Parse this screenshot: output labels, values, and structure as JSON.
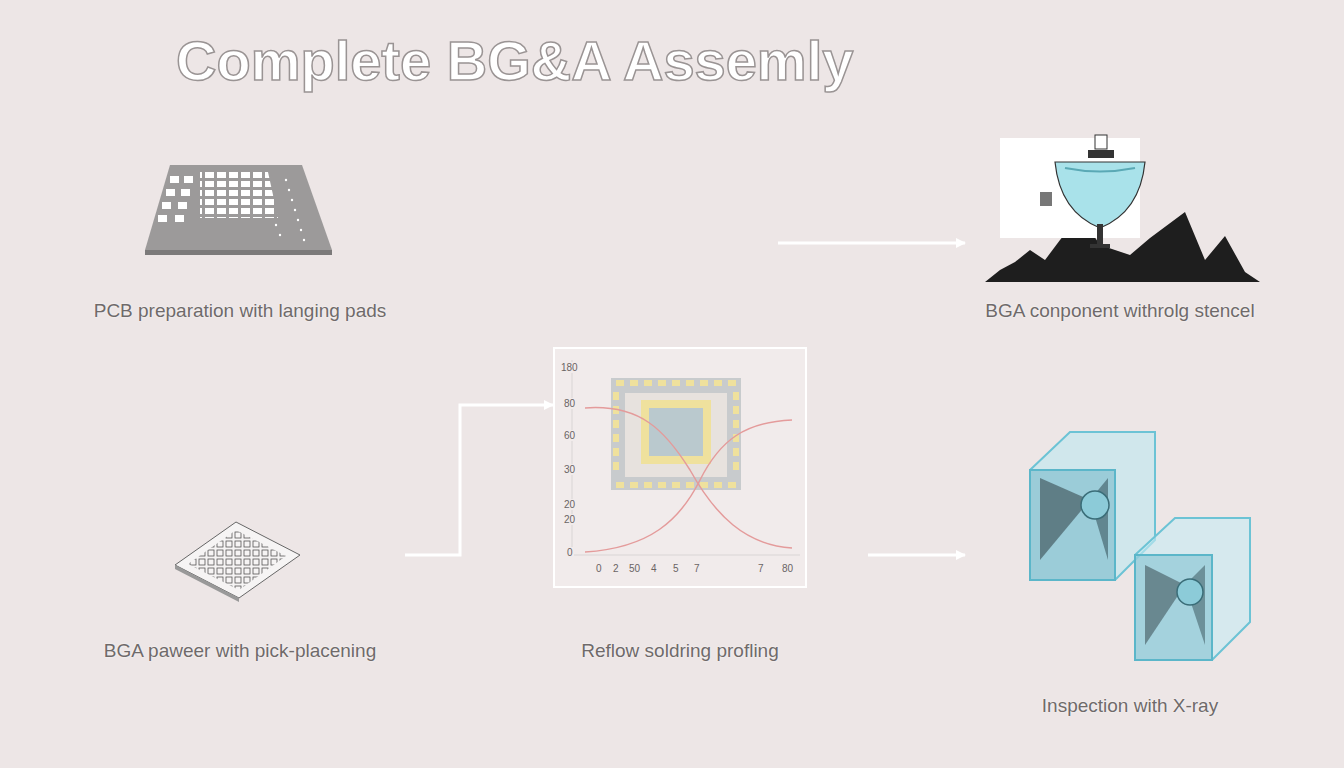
{
  "diagram": {
    "title": "Complete BG&A Assemly",
    "nodes": [
      {
        "text": [
          "PCB preparation with langing pads"
        ]
      },
      {
        "text": [
          "BGA conponent withrolg stencel"
        ]
      },
      {
        "text": [
          "BGA paweer with pick-placening"
        ]
      },
      {
        "text": [
          "Reflow soldring profling"
        ]
      },
      {
        "text": [
          "Inspection with X-ray"
        ]
      }
    ],
    "edges": [
      {
        "from": 0,
        "to": 1,
        "arrow": "to"
      },
      {
        "from": 2,
        "to": 3,
        "arrow": "to"
      },
      {
        "from": 3,
        "to": 4,
        "arrow": "to"
      }
    ],
    "labels": [
      "180",
      "80",
      "60",
      "30",
      "20",
      "20",
      "0",
      "0",
      "2",
      "50",
      "4",
      "5",
      "7",
      "7",
      "80"
    ]
  }
}
